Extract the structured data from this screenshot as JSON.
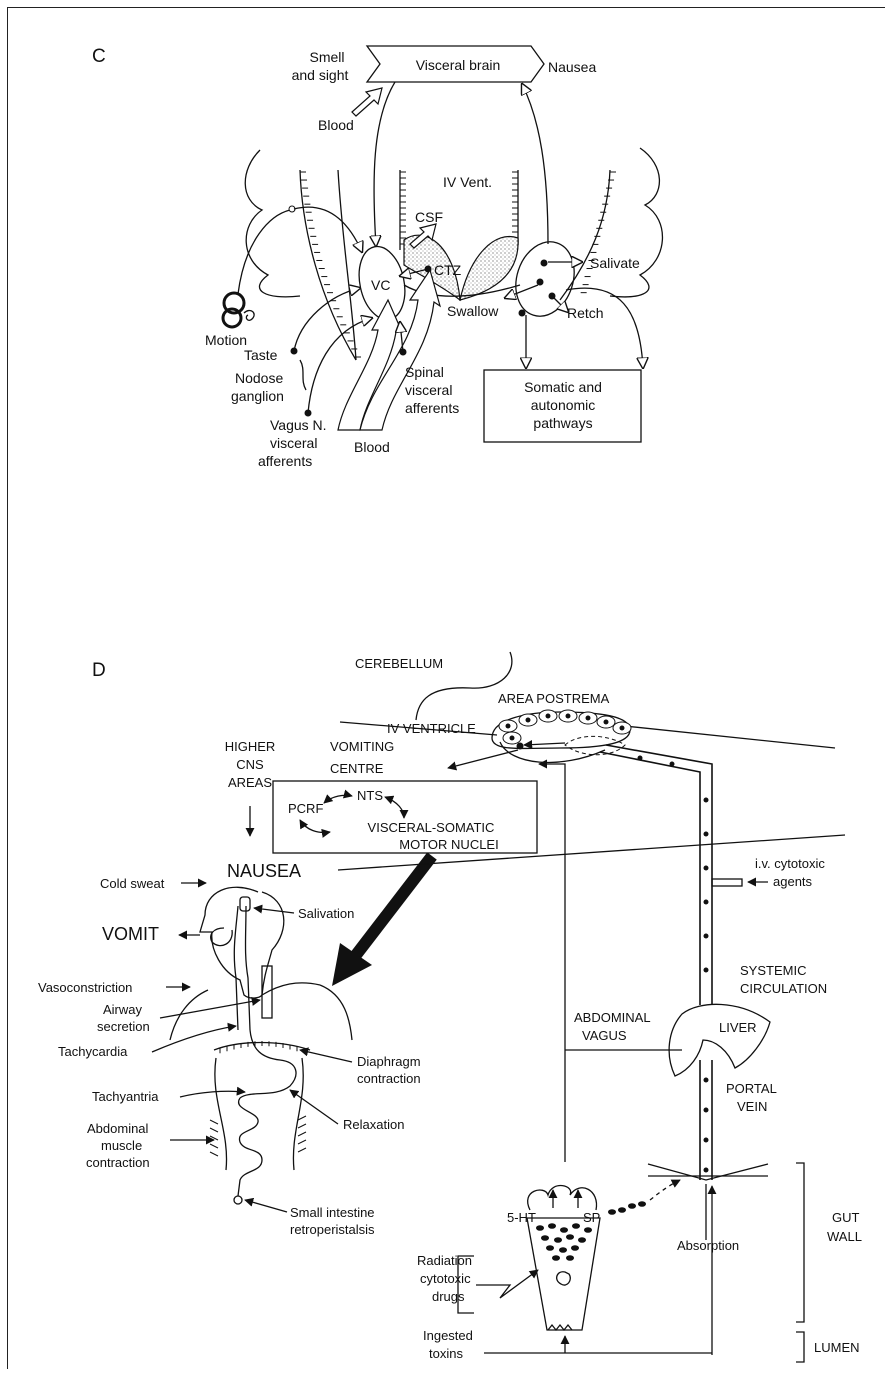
{
  "panel_c": {
    "letter": "C",
    "smell_sight_1": "Smell",
    "smell_sight_2": "and sight",
    "visceral_brain": "Visceral brain",
    "nausea": "Nausea",
    "blood_top": "Blood",
    "iv_vent": "IV Vent.",
    "csf": "CSF",
    "ctz": "CTZ",
    "vc": "VC",
    "salivate": "Salivate",
    "swallow": "Swallow",
    "retch": "Retch",
    "motion": "Motion",
    "taste": "Taste",
    "nodose_1": "Nodose",
    "nodose_2": "ganglion",
    "vagus_1": "Vagus N.",
    "vagus_2": "visceral",
    "vagus_3": "afferents",
    "blood_bottom": "Blood",
    "spinal_1": "Spinal",
    "spinal_2": "visceral",
    "spinal_3": "afferents",
    "somatic_1": "Somatic and",
    "somatic_2": "autonomic",
    "somatic_3": "pathways"
  },
  "panel_d": {
    "letter": "D",
    "cerebellum": "CEREBELLUM",
    "area_postrema": "AREA POSTREMA",
    "iv_ventricle": "IV VENTRICLE",
    "higher_1": "HIGHER",
    "higher_2": "CNS",
    "higher_3": "AREAS",
    "vomiting_1": "VOMITING",
    "vomiting_2": "CENTRE",
    "pcrf": "PCRF",
    "nts": "NTS",
    "visceral_1": "VISCERAL-SOMATIC",
    "visceral_2": "MOTOR NUCLEI",
    "nausea": "NAUSEA",
    "cold_sweat": "Cold sweat",
    "salivation": "Salivation",
    "vomit": "VOMIT",
    "vasoconstriction": "Vasoconstriction",
    "airway_1": "Airway",
    "airway_2": "secretion",
    "tachycardia": "Tachycardia",
    "diaphragm_1": "Diaphragm",
    "diaphragm_2": "contraction",
    "tachyantria": "Tachyantria",
    "relaxation": "Relaxation",
    "abdominal_1": "Abdominal",
    "abdominal_2": "muscle",
    "abdominal_3": "contraction",
    "small_int_1": "Small intestine",
    "small_int_2": "retroperistalsis",
    "iv_cyto_1": "i.v. cytotoxic",
    "iv_cyto_2": "agents",
    "systemic_1": "SYSTEMIC",
    "systemic_2": "CIRCULATION",
    "abd_vagus_1": "ABDOMINAL",
    "abd_vagus_2": "VAGUS",
    "liver": "LIVER",
    "portal_1": "PORTAL",
    "portal_2": "VEIN",
    "ht5": "5-HT",
    "sp": "SP",
    "gut_1": "GUT",
    "gut_2": "WALL",
    "absorption": "Absorption",
    "radiation_1": "Radiation",
    "radiation_2": "cytotoxic",
    "radiation_3": "drugs",
    "ingested_1": "Ingested",
    "ingested_2": "toxins",
    "lumen": "LUMEN"
  }
}
